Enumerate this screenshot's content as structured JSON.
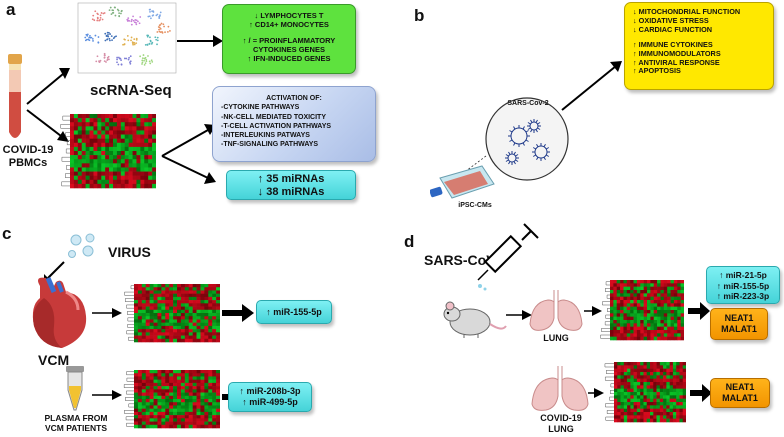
{
  "panels": {
    "a": {
      "letter": "a",
      "tsne_label": "scRNA-Seq",
      "source_line1": "COVID-19",
      "source_line2": "PBMCs",
      "green_box": [
        "↓ LYMPHOCYTES T",
        "↑ CD14+ MONOCYTES",
        "",
        "↑ / = PROINFLAMMATORY",
        "CYTOKINES GENES",
        "↑ IFN-INDUCED GENES"
      ],
      "blue_box_title": "ACTIVATION OF:",
      "blue_box_items": [
        "-CYTOKINE PATHWAYS",
        "-NK-CELL MEDIATED TOXICITY",
        "-T-CELL ACTIVATION PATHWAYS",
        "-INTERLEUKINS PATWAYS",
        "-TNF-SIGNALING PATHWAYS"
      ],
      "mirna_box": [
        "↑ 35 miRNAs",
        "↓ 38 miRNAs"
      ]
    },
    "b": {
      "letter": "b",
      "virus_label": "SARS-Cov-2",
      "cells_label": "iPSC-CMs",
      "yellow_box": [
        "↓ MITOCHONDRIAL FUNCTION",
        "↓ OXIDATIVE STRESS",
        "↓ CARDIAC FUNCTION",
        "",
        "↑ IMMUNE CYTOKINES",
        "↑ IMMUNOMODULATORS",
        "↑ ANTIVIRAL RESPONSE",
        "↑ APOPTOSIS"
      ]
    },
    "c": {
      "letter": "c",
      "virus_label": "VIRUS",
      "heart_label": "VCM",
      "plasma_line1": "PLASMA FROM",
      "plasma_line2": "VCM PATIENTS",
      "box1": [
        "↑ miR-155-5p"
      ],
      "box2": [
        "↑ miR-208b-3p",
        "↑ miR-499-5p"
      ]
    },
    "d": {
      "letter": "d",
      "virus_label": "SARS-CoV",
      "lung1_label": "LUNG",
      "lung2_line1": "COVID-19",
      "lung2_line2": "LUNG",
      "cyan_box": [
        "↑ miR-21-5p",
        "↑ miR-155-5p",
        "↑ miR-223-3p"
      ],
      "orange_box1": [
        "NEAT1",
        "MALAT1"
      ],
      "orange_box2": [
        "NEAT1",
        "MALAT1"
      ]
    }
  },
  "colors": {
    "green_box": "#5ee23e",
    "blue_box": "#c7d6f2",
    "cyan_box": "#45d3d8",
    "yellow_box": "#ffe800",
    "orange_box": "#f29400",
    "heatmap_red": "#c4122d",
    "heatmap_green": "#18a83a"
  }
}
